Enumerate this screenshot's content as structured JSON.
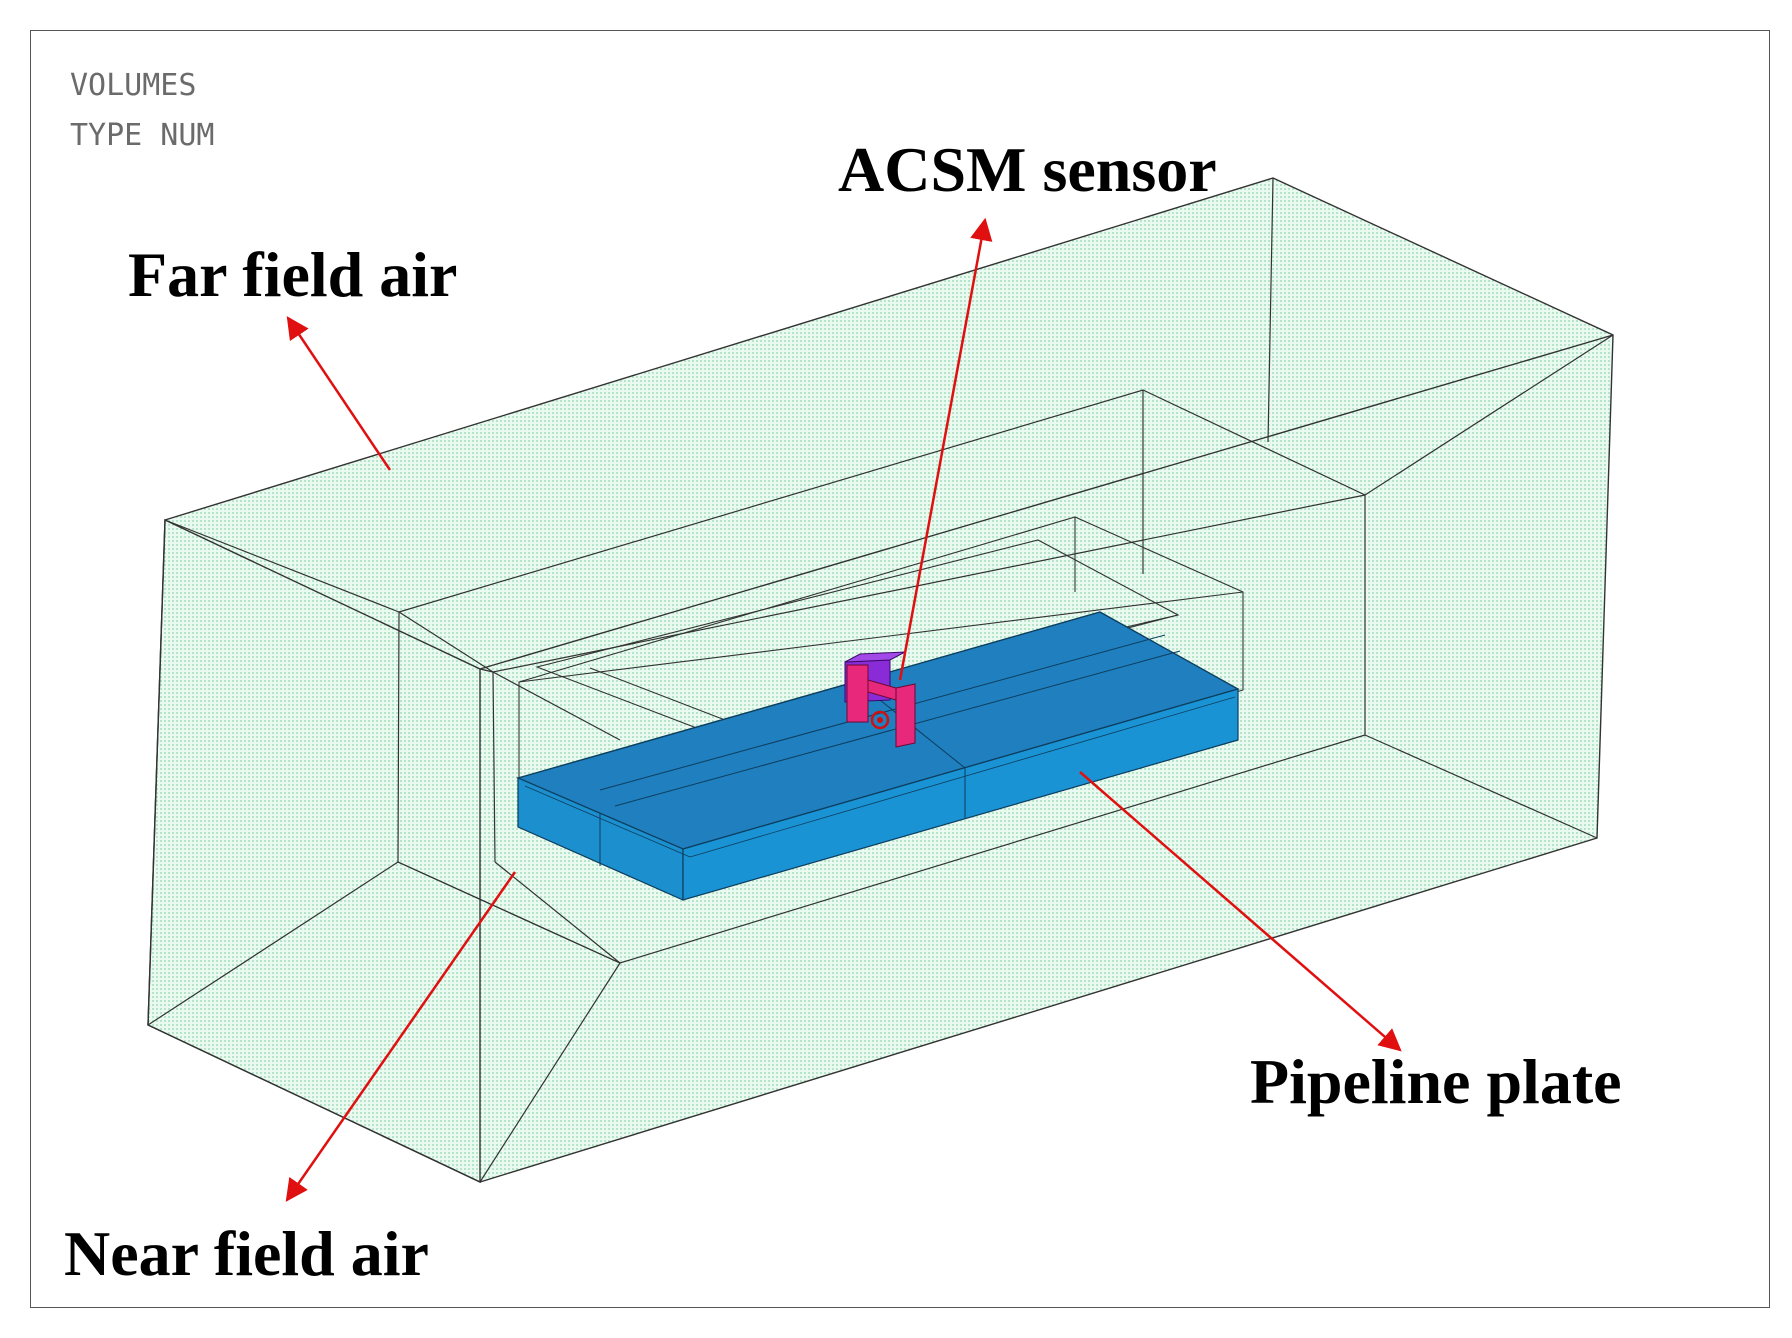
{
  "header": {
    "line1": "VOLUMES",
    "line2": "TYPE NUM"
  },
  "labels": {
    "far_field_air": "Far field air",
    "acsm_sensor": "ACSM sensor",
    "near_field_air": "Near field air",
    "pipeline_plate": "Pipeline plate"
  },
  "colors": {
    "air_fill": "#dcf4e8",
    "air_edge": "#2a2a2a",
    "plate_top": "#1f7fbf",
    "plate_side": "#1a90d0",
    "sensor_pink": "#e8287a",
    "sensor_purple": "#8a2bd8",
    "arrow": "#e01010"
  }
}
